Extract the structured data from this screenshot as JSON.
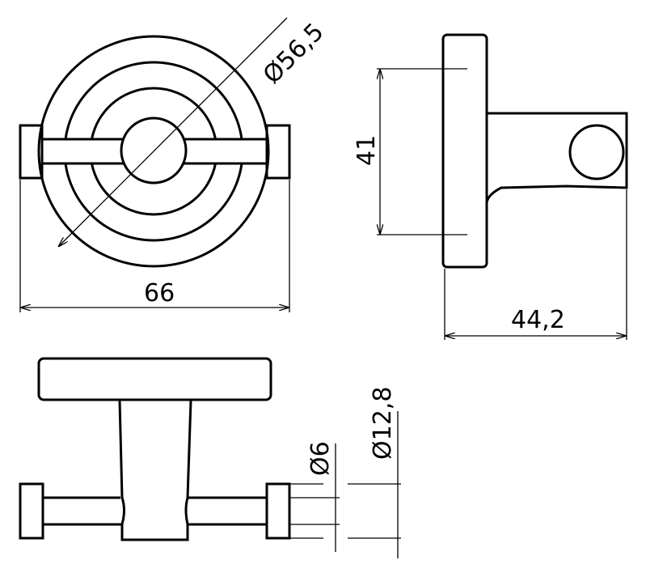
{
  "drawing": {
    "colors": {
      "line": "#000000",
      "background": "#ffffff"
    },
    "front_view": {
      "outer_diameter_label": "Ø56,5",
      "width_label": "66"
    },
    "side_view": {
      "height_label": "41",
      "depth_label": "44,2"
    },
    "top_view": {
      "rod_diameter_label": "Ø6",
      "cap_diameter_label": "Ø12,8"
    }
  }
}
